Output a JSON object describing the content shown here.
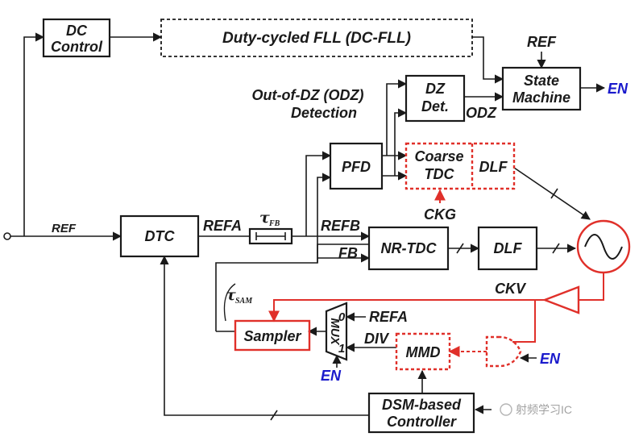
{
  "blocks": {
    "dc_control": [
      "DC",
      "Control"
    ],
    "dc_fll": "Duty-cycled FLL (DC-FLL)",
    "state_machine": [
      "State",
      "Machine"
    ],
    "dz_det": [
      "DZ",
      "Det."
    ],
    "odz_detection": [
      "Out-of-DZ (ODZ)",
      "Detection"
    ],
    "pfd": "PFD",
    "coarse_tdc": [
      "Coarse",
      "TDC"
    ],
    "dlf_top": "DLF",
    "dtc": "DTC",
    "nr_tdc": "NR-TDC",
    "dlf_bottom": "DLF",
    "sampler": "Sampler",
    "mux": "MUX",
    "mmd": "MMD",
    "dsm_controller": [
      "DSM-based",
      "Controller"
    ]
  },
  "signals": {
    "ref_top": "REF",
    "en_state": "EN",
    "odz": "ODZ",
    "ref_input": "REF",
    "refa": "REFA",
    "tau_fb": "τ",
    "tau_fb_sub": "FB",
    "refb": "REFB",
    "fb": "FB",
    "ckg": "CKG",
    "ckv": "CKV",
    "tau_sam": "τ",
    "tau_sam_sub": "SAM",
    "mux_in0": "0",
    "mux_in1": "1",
    "refa_mux": "REFA",
    "div": "DIV",
    "en_mux": "EN",
    "en_gate": "EN"
  },
  "watermark": "射频学习IC",
  "colors": {
    "ring_oscillator": "#e0302a",
    "enable": "#1a1acc",
    "digital_path": "#1a1a1a"
  }
}
